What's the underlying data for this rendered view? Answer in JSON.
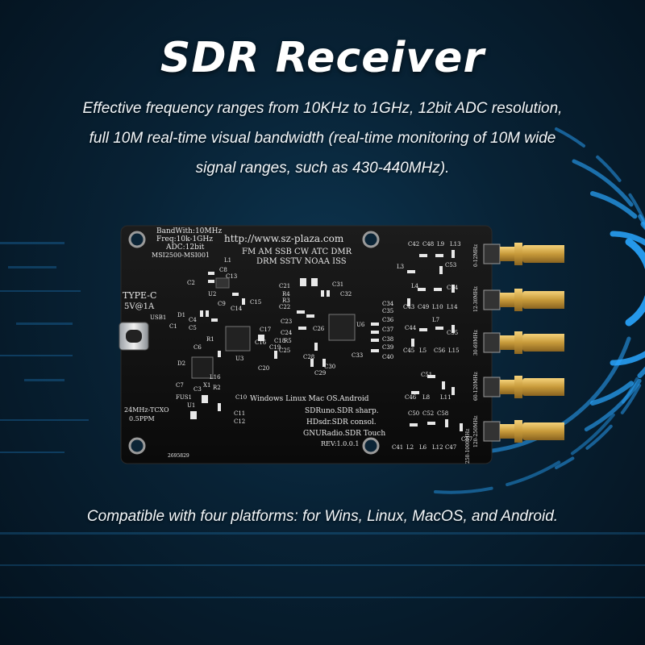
{
  "title": "SDR Receiver",
  "description": [
    "Effective frequency ranges from 10KHz to 1GHz, 12bit ADC resolution,",
    "full 10M real-time visual bandwidth (real-time monitoring of 10M wide",
    "signal ranges, such as 430-440MHz)."
  ],
  "footer": "Compatible with four platforms: for Wins, Linux, MacOS, and Android.",
  "board": {
    "specs": [
      "BandWith:10MHz",
      "Freq:10k-1GHz",
      "ADC:12bit",
      "MSI2500-MSI001"
    ],
    "url": "http://www.sz-plaza.com",
    "modes_line1": "FM  AM  SSB  CW  ATC  DMR",
    "modes_line2": "DRM  SSTV  NOAA  ISS",
    "power_label": "TYPE-C",
    "power_rating": "5V@1A",
    "usb_label": "USB1",
    "tcxo_label": "24MHz-TCXO",
    "tcxo_ppm": "0.5PPM",
    "os_line": "Windows Linux Mac OS.Android",
    "software_lines": [
      "SDRuno.SDR sharp.",
      "HDsdr.SDR consol.",
      "GNURadio.SDR Touch"
    ],
    "revision": "REV:1.0.0.1",
    "serial": "2695829",
    "bands": [
      "0-12MHz",
      "12-30MHz",
      "30-60MHz",
      "60-120MHz",
      "120-250MHz",
      "250-1000MHz"
    ],
    "components_left": [
      "L1",
      "C13",
      "C8",
      "C2",
      "U2",
      "C14",
      "C9",
      "C15",
      "D1",
      "C4",
      "C5",
      "C1",
      "R1",
      "C6",
      "D2",
      "U1",
      "C3",
      "X1",
      "R2",
      "L16",
      "C10",
      "FUS1",
      "C7",
      "C11",
      "C12"
    ],
    "components_mid": [
      "C21",
      "R4",
      "R3",
      "C22",
      "C31",
      "C32",
      "C17",
      "C23",
      "C24",
      "R5",
      "C25",
      "C18",
      "C19",
      "C20",
      "C16",
      "U3",
      "U6",
      "C26",
      "C28",
      "C30",
      "C29",
      "C33"
    ],
    "components_right": [
      "C42",
      "C48",
      "L9",
      "L13",
      "L3",
      "C53",
      "L4",
      "C54",
      "C43",
      "C49",
      "L10",
      "L14",
      "C34",
      "C35",
      "C36",
      "C37",
      "C44",
      "L7",
      "C55",
      "C38",
      "C39",
      "C40",
      "C45",
      "L5",
      "C56",
      "L15",
      "C51",
      "C46",
      "L8",
      "L11",
      "C50",
      "C52",
      "C58",
      "C41",
      "L2",
      "L6",
      "L12",
      "C47",
      "C57"
    ]
  }
}
